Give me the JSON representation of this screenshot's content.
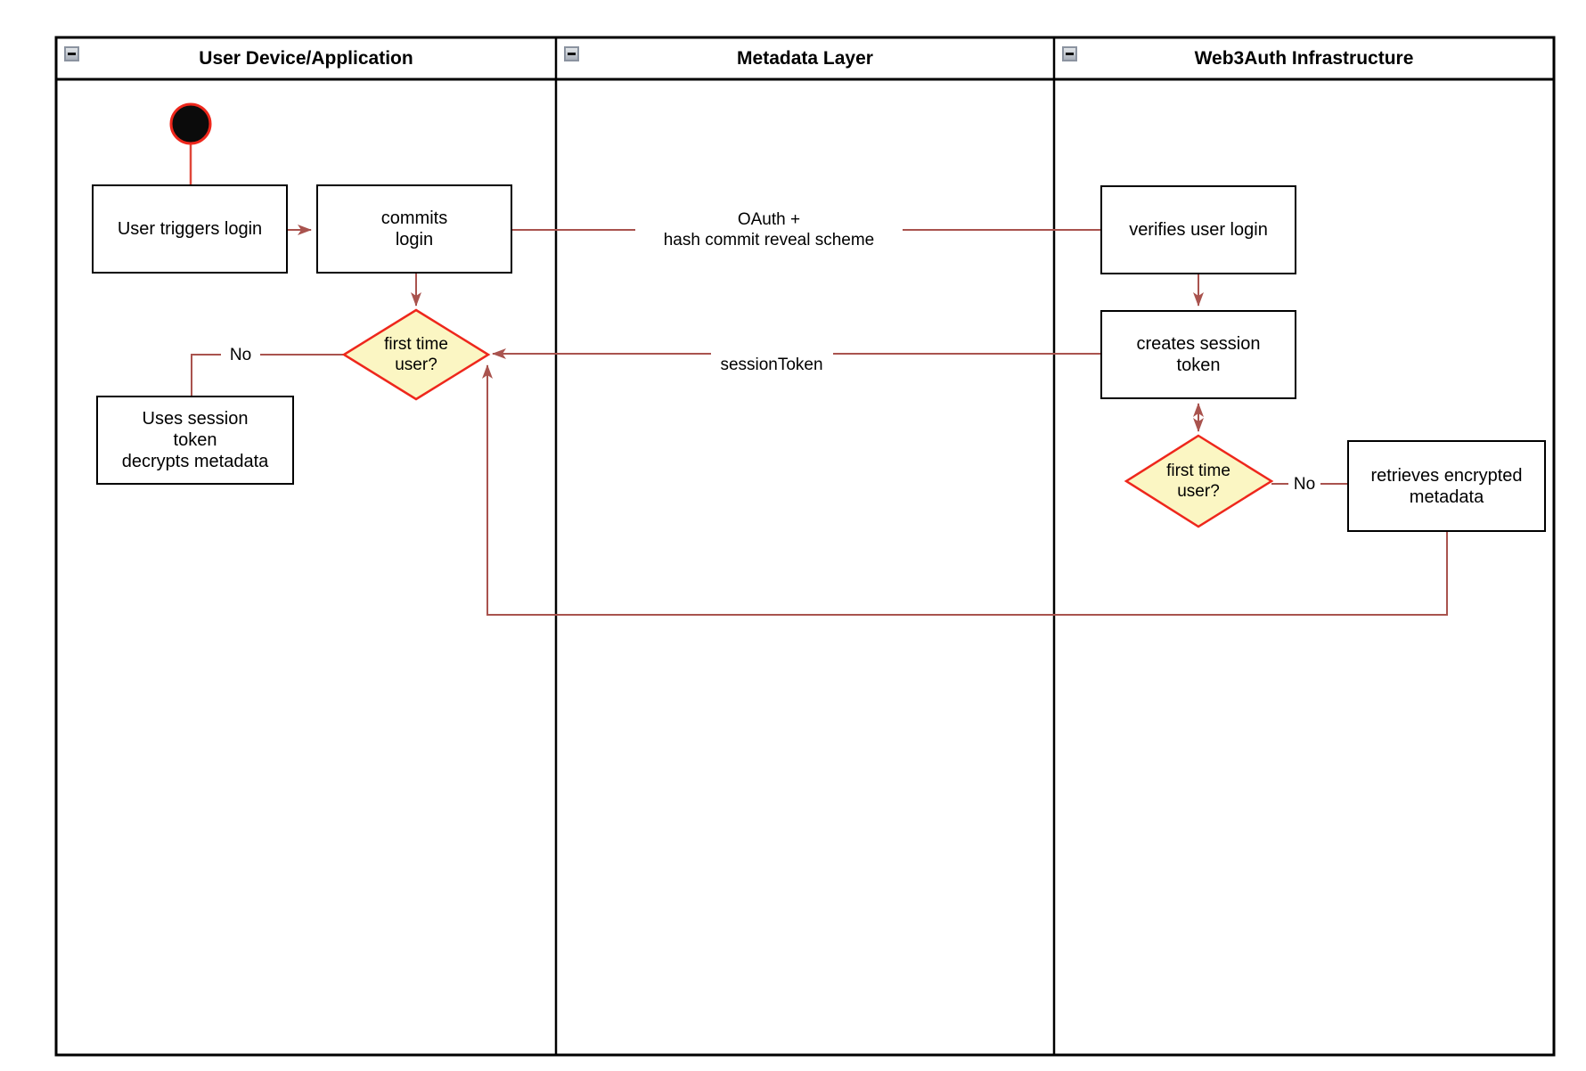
{
  "diagram": {
    "lanes": [
      {
        "title": "User Device/Application"
      },
      {
        "title": "Metadata Layer"
      },
      {
        "title": "Web3Auth Infrastructure"
      }
    ],
    "nodes": {
      "user_triggers_login": "User triggers login",
      "commits_login": "commits\nlogin",
      "uses_session_token": "Uses session\ntoken\ndecrypts metadata",
      "first_time_user_left": "first time\nuser?",
      "verifies_user_login": "verifies user login",
      "creates_session_token": "creates session\ntoken",
      "first_time_user_right": "first time\nuser?",
      "retrieves_encrypted_metadata": "retrieves encrypted\nmetadata"
    },
    "edge_labels": {
      "oauth": "OAuth +\nhash commit reveal scheme",
      "session_token": "sessionToken",
      "no_left": "No",
      "no_right": "No"
    },
    "colors": {
      "connector": "#A9534E",
      "decision_border": "#EE271C",
      "decision_fill": "#FBF6C3",
      "start_fill": "#0B0B0B",
      "start_outline": "#EE271C",
      "start_edge": "#E0463A",
      "frame": "#000000"
    }
  }
}
